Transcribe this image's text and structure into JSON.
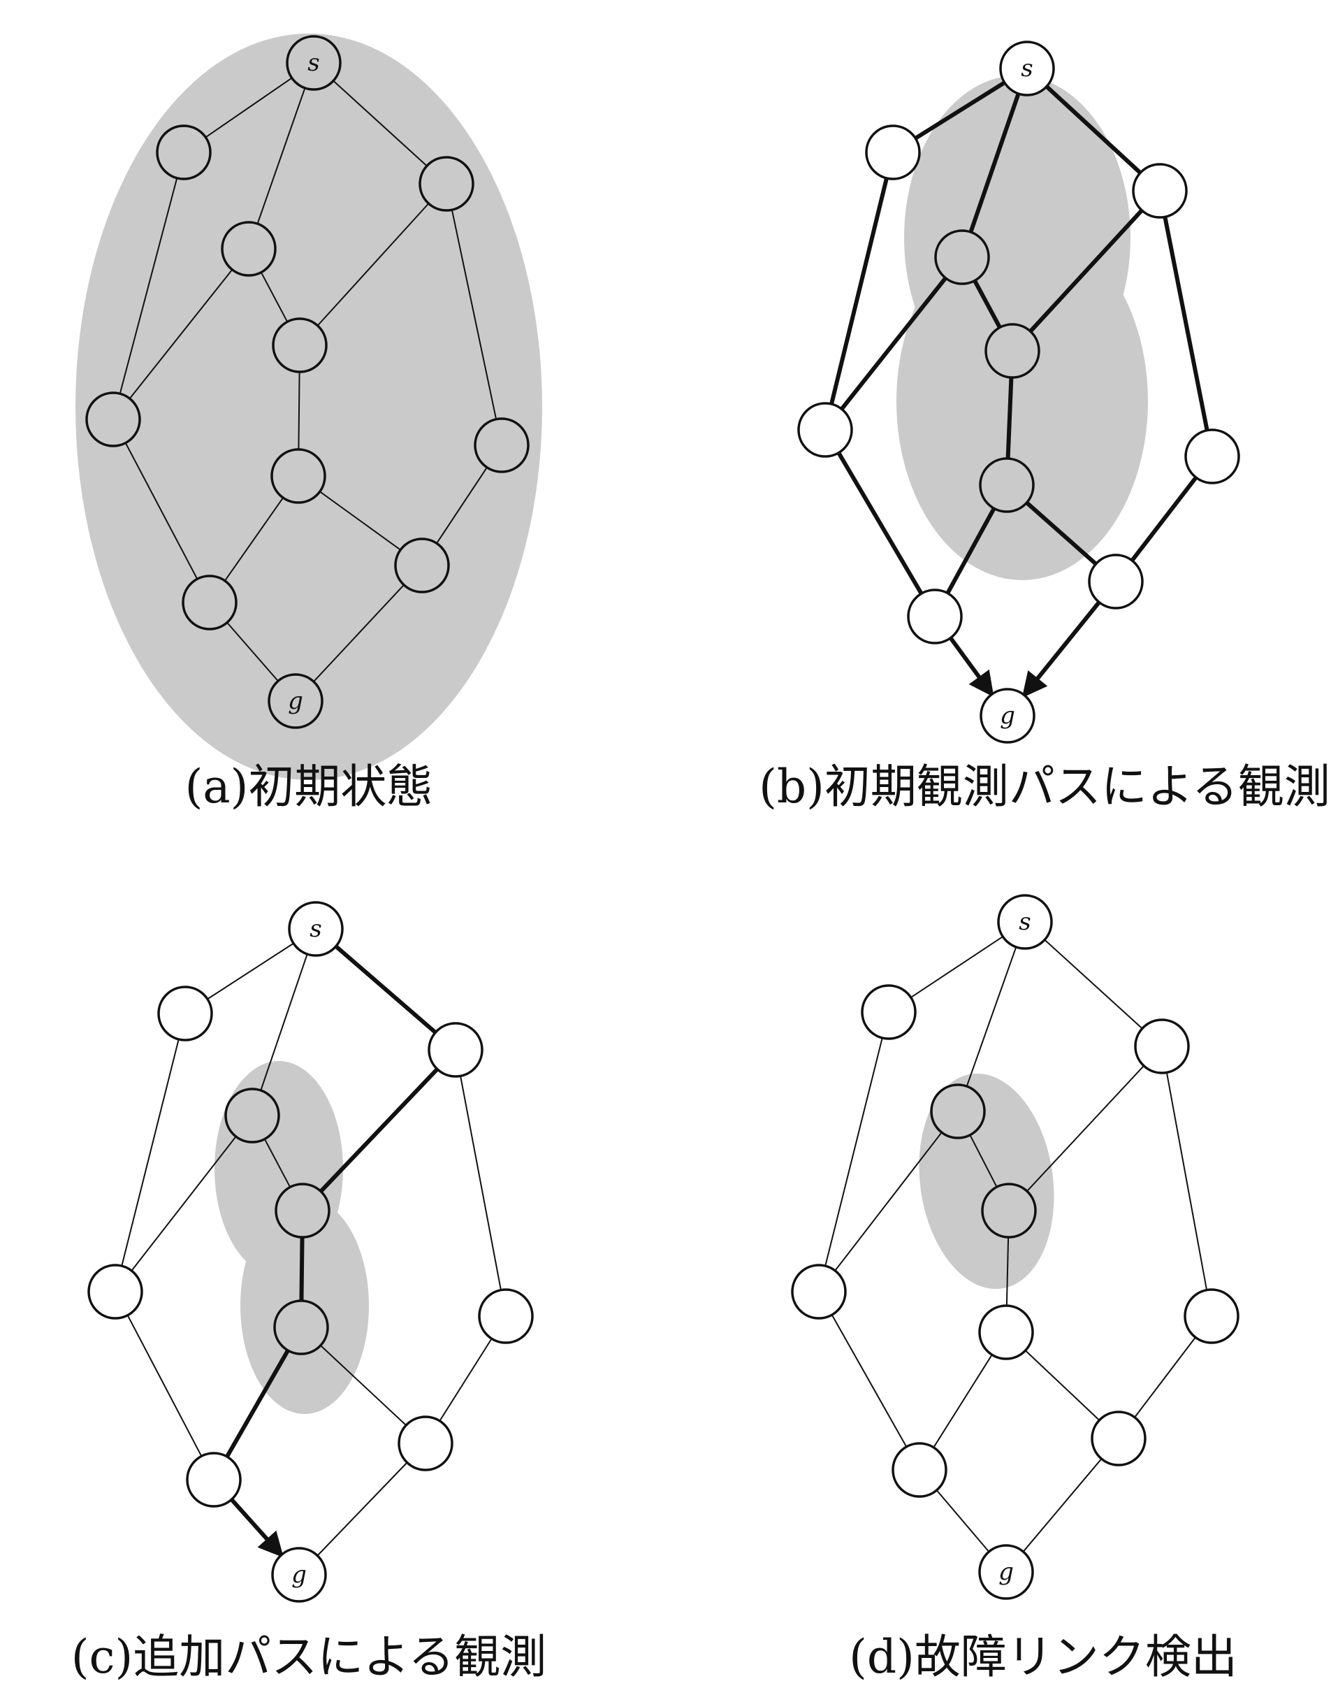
{
  "colors": {
    "region_fill": "#cbcacb",
    "node_stroke": "#111111",
    "node_fill_white": "#ffffff",
    "edge": "#111111"
  },
  "panels": [
    {
      "id": "a",
      "caption": "(a)初期状態",
      "source_label": "s",
      "goal_label": "g"
    },
    {
      "id": "b",
      "caption": "(b)初期観測パスによる観測",
      "source_label": "s",
      "goal_label": "g"
    },
    {
      "id": "c",
      "caption": "(c)追加パスによる観測",
      "source_label": "s",
      "goal_label": "g"
    },
    {
      "id": "d",
      "caption": "(d)故障リンク検出",
      "source_label": "s",
      "goal_label": "g"
    }
  ]
}
